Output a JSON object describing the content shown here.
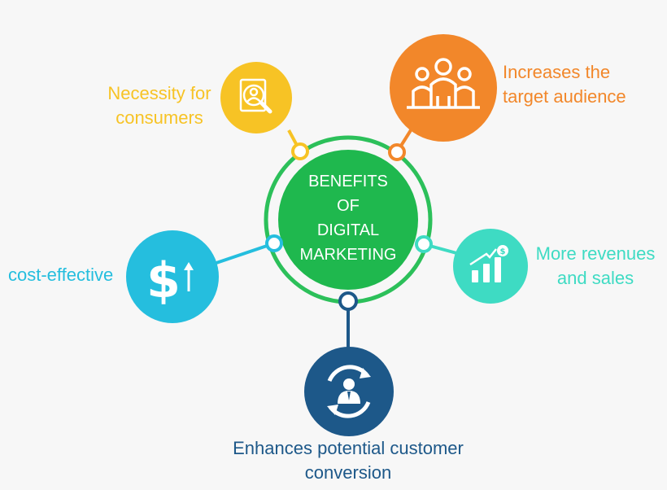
{
  "center": {
    "lines": [
      "BENEFITS",
      "OF",
      "DIGITAL",
      "MARKETING"
    ],
    "color": "#1fb84e",
    "ring_color": "#2cc05a"
  },
  "benefits": [
    {
      "id": "necessity",
      "lines": [
        "Necessity for",
        "consumers"
      ],
      "color": "#f7c325",
      "icon": "magnifier-person-icon"
    },
    {
      "id": "audience",
      "lines": [
        "Increases the",
        "target audience"
      ],
      "color": "#f2872a",
      "icon": "audience-group-icon"
    },
    {
      "id": "revenue",
      "lines": [
        "More revenues",
        "and sales"
      ],
      "color": "#3edbc3",
      "icon": "growth-chart-icon"
    },
    {
      "id": "cost",
      "lines": [
        "cost-effective"
      ],
      "color": "#25bede",
      "icon": "dollar-up-icon"
    },
    {
      "id": "conversion",
      "lines": [
        "Enhances potential customer",
        "conversion"
      ],
      "color": "#1d5889",
      "icon": "person-refresh-icon"
    }
  ]
}
